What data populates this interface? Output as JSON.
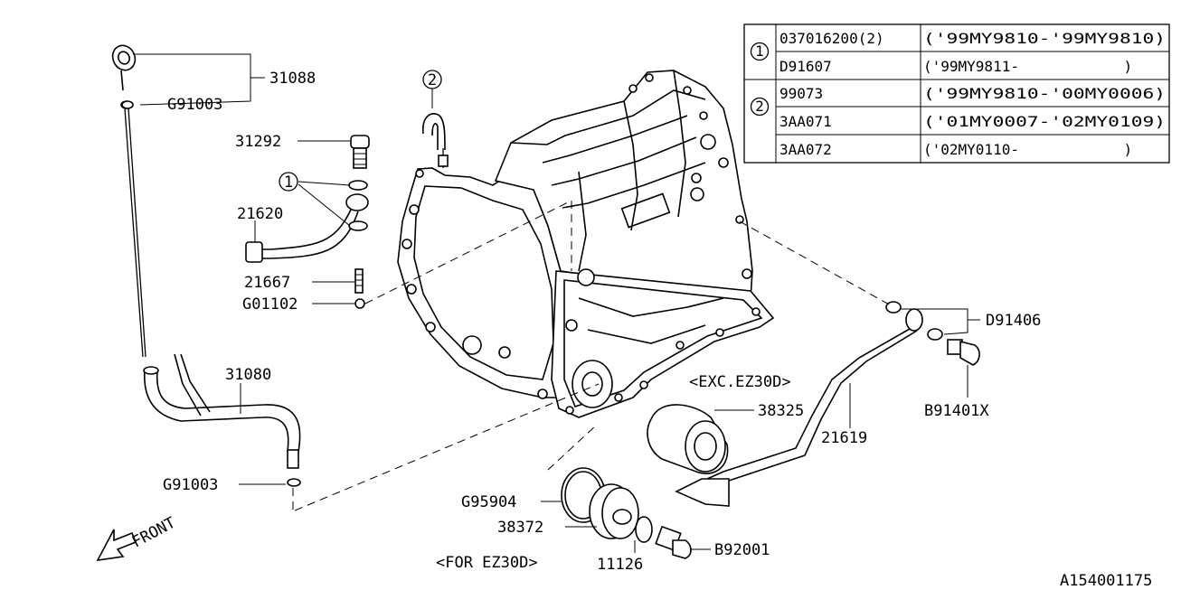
{
  "table": {
    "rows": [
      {
        "ref": "1",
        "part": "037016200(2)",
        "note": "('99MY9810-'99MY9810)"
      },
      {
        "ref": "",
        "part": "D91607",
        "note": "('99MY9811-            )"
      },
      {
        "ref": "2",
        "part": "99073",
        "note": "('99MY9810-'00MY0006)"
      },
      {
        "ref": "",
        "part": "3AA071",
        "note": "('01MY0007-'02MY0109)"
      },
      {
        "ref": "",
        "part": "3AA072",
        "note": "('02MY0110-            )"
      }
    ]
  },
  "labels": {
    "p31088": "31088",
    "pG91003a": "G91003",
    "p31292": "31292",
    "p21620": "21620",
    "p21667": "21667",
    "pG01102": "G01102",
    "p31080": "31080",
    "pG91003b": "G91003",
    "pD91406": "D91406",
    "pB91401X": "B91401X",
    "p21619": "21619",
    "pEXC": "<EXC.EZ30D>",
    "p38325": "38325",
    "pG95904": "G95904",
    "p38372": "38372",
    "p11126": "11126",
    "pB92001": "B92001",
    "pFOR": "<FOR EZ30D>",
    "front": "FRONT",
    "callout1": "1",
    "callout2": "2",
    "diagram_id": "A154001175"
  }
}
